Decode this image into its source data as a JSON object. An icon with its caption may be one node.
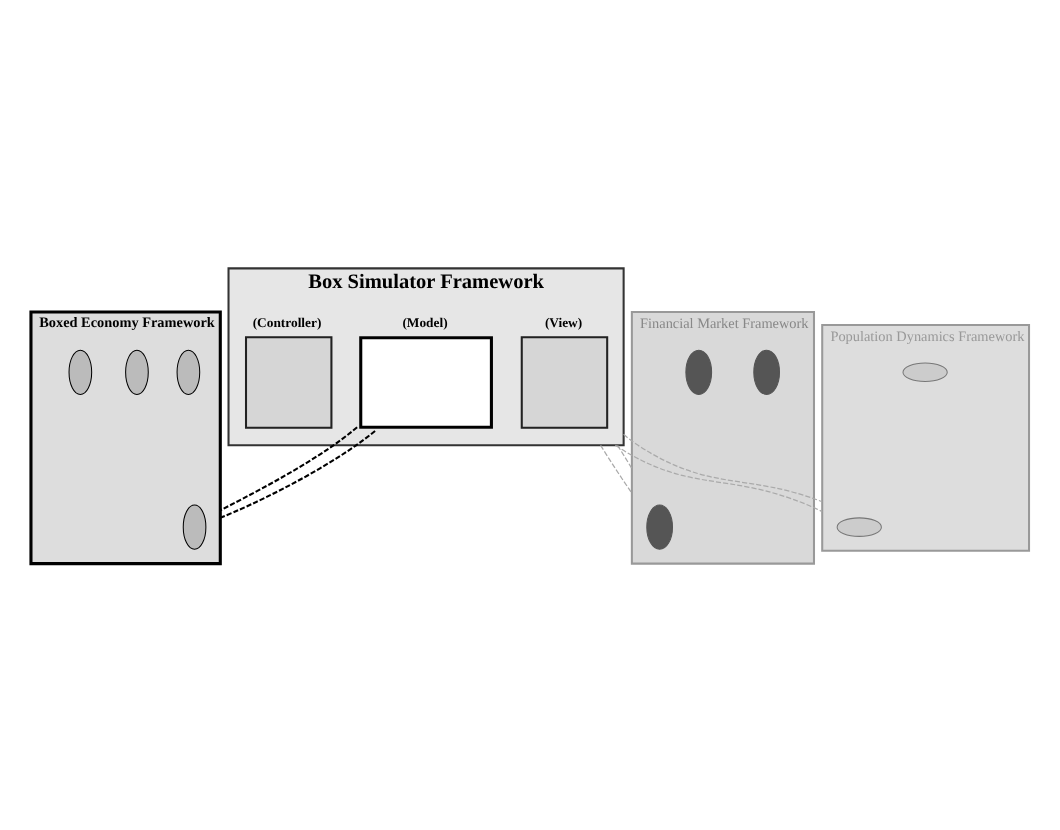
{
  "diagram": {
    "nodes": [
      {
        "text": [
          "Box Simulator Framework"
        ]
      },
      {
        "text": [
          "(Model)"
        ],
        "in": 0
      },
      {
        "text": [
          "(View)"
        ],
        "in": 0
      },
      {
        "text": [
          "(Controller)"
        ],
        "in": 0
      },
      {
        "text": [
          "Financial Market Framework"
        ]
      },
      {
        "text": [],
        "shape": "ellipse",
        "in": 4
      },
      {
        "text": [],
        "shape": "ellipse",
        "in": 4
      },
      {
        "text": [],
        "shape": "ellipse",
        "in": 4
      },
      {
        "text": [
          "Boxed Economy Framework"
        ]
      },
      {
        "text": [],
        "shape": "ellipse",
        "in": 8
      },
      {
        "text": [],
        "shape": "ellipse",
        "in": 8
      },
      {
        "text": [],
        "shape": "ellipse",
        "in": 8
      },
      {
        "text": [],
        "shape": "ellipse",
        "in": 8
      },
      {
        "text": [
          "Population Dynamics Framework"
        ]
      },
      {
        "text": [],
        "shape": "ellipse",
        "in": 13
      },
      {
        "text": [],
        "shape": "ellipse",
        "in": 13
      }
    ],
    "edges": [
      {
        "from": 0,
        "to": 4,
        "arrow": "none",
        "style": "dashed"
      },
      {
        "from": 0,
        "to": 4,
        "arrow": "none",
        "style": "dashed"
      },
      {
        "from": 1,
        "to": 8,
        "arrow": "none",
        "style": "dashed",
        "color": "#000000"
      },
      {
        "from": 1,
        "to": 8,
        "arrow": "none",
        "style": "dashed",
        "color": "#000000"
      },
      {
        "from": 0,
        "to": 13,
        "arrow": "none",
        "style": "dashed"
      },
      {
        "from": 0,
        "to": 13,
        "arrow": "none",
        "style": "dashed"
      }
    ]
  }
}
